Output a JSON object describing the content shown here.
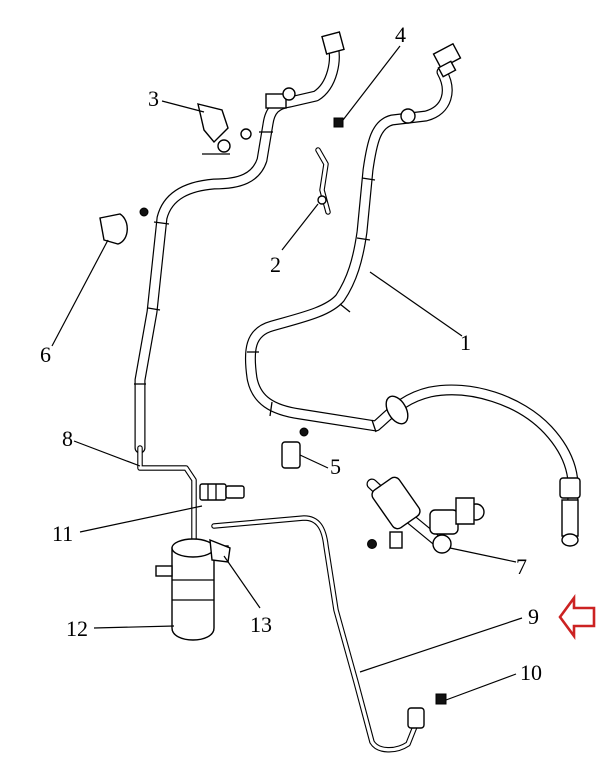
{
  "labels": [
    "1",
    "2",
    "3",
    "4",
    "5",
    "6",
    "7",
    "8",
    "9",
    "10",
    "11",
    "12",
    "13"
  ],
  "indicator": {
    "color": "#cc2222",
    "icon": "left-arrow-icon"
  }
}
